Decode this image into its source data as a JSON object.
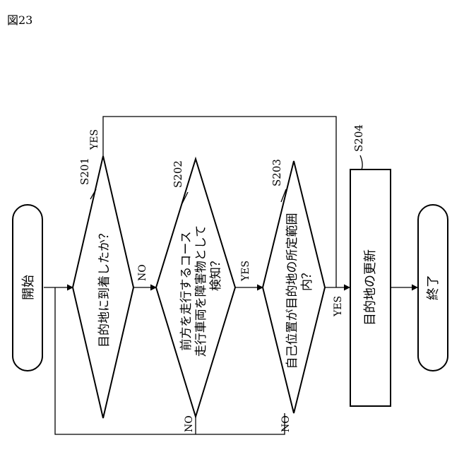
{
  "figure_label": "図23",
  "nodes": {
    "start": {
      "text": "開始"
    },
    "s201": {
      "step": "S201",
      "text": "目的地に到着したか？"
    },
    "s202": {
      "step": "S202",
      "line1": "前方を走行するコース",
      "line2": "走行車両を障害物として",
      "line3": "検知？"
    },
    "s203": {
      "step": "S203",
      "line1": "自己位置が目的地の所定範囲",
      "line2": "内？"
    },
    "s204": {
      "step": "S204",
      "text": "目的地の更新"
    },
    "end": {
      "text": "終了"
    }
  },
  "edges": {
    "s201_yes": "YES",
    "s201_no": "NO",
    "s202_yes": "YES",
    "s202_no": "NO",
    "s203_yes": "YES",
    "s203_no": "NO"
  }
}
